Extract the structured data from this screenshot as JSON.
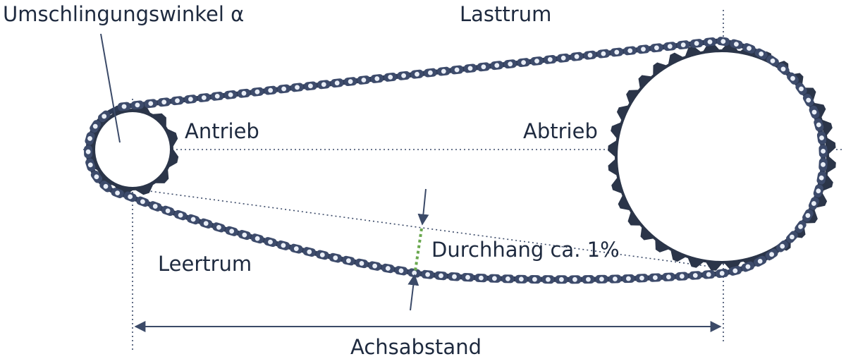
{
  "labels": {
    "wrap_angle": "Umschlingungswinkel α",
    "tight_side": "Lasttrum",
    "drive": "Antrieb",
    "driven": "Abtrieb",
    "slack_side": "Leertrum",
    "sag": "Durchhang ca. 1%",
    "center_distance": "Achsabstand"
  },
  "colors": {
    "chain": "#2d3a55",
    "chain_link": "#3d4b6b",
    "chain_pin": "#e9eef7",
    "sprocket": "#2b3549",
    "guide_lines": "#3b4a68",
    "wrap_angle_fill": "#8fb873",
    "sag_marker": "#6aa84f",
    "text": "#1e2a3f"
  }
}
